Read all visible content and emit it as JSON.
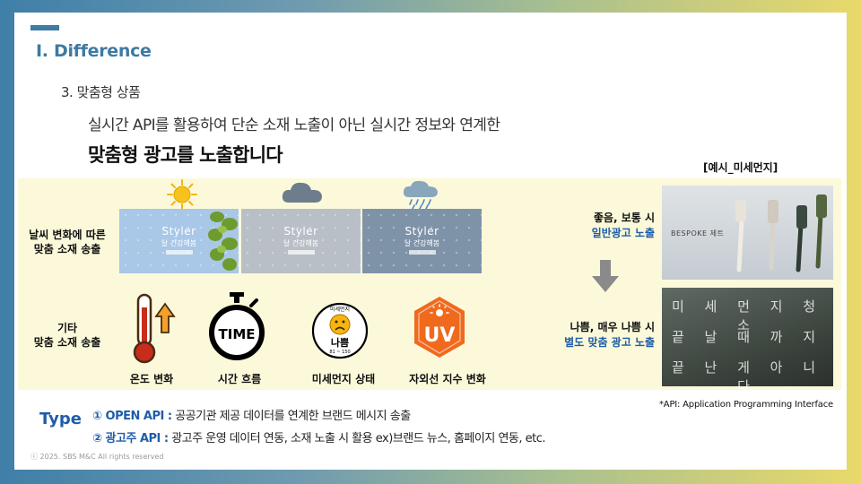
{
  "header": {
    "section": "I. Difference",
    "subsection": "3. 맞춤형 상품",
    "description": "실시간 API를 활용하여 단순 소재 노출이 아닌 실시간 정보와 연계한",
    "headline": "맞춤형 광고를 노출합니다"
  },
  "example_label": "[예시_미세먼지]",
  "weather_row": {
    "label_lines": [
      "날씨 변화에 따른",
      "맞춤 소재 송출"
    ],
    "screens": [
      {
        "brand": "Styler",
        "tag": "날 건강해봄"
      },
      {
        "brand": "Styler",
        "tag": "날 건강해봄"
      },
      {
        "brand": "Styler",
        "tag": "날 건강해봄"
      }
    ]
  },
  "other_row": {
    "label_lines": [
      "기타",
      "맞춤 소재 송출"
    ],
    "icons": [
      {
        "icon": "thermometer-icon",
        "caption": "온도 변화"
      },
      {
        "icon": "timer-icon",
        "caption": "시간 흐름",
        "text": "TIME"
      },
      {
        "icon": "dust-face-icon",
        "caption": "미세먼지 상태",
        "top": "미세먼지",
        "status": "나쁨",
        "range": "81 ~ 150"
      },
      {
        "icon": "uv-icon",
        "caption": "자외선 지수 변화",
        "text": "UV"
      }
    ]
  },
  "cases": [
    {
      "dark": "좋음, 보통 시",
      "blue": "일반광고 노출"
    },
    {
      "dark": "나쁨, 매우 나쁨 시",
      "blue": "별도 맞춤 광고 노출"
    }
  ],
  "ads": {
    "general_brand": "BESPOKE 제트",
    "special_lines": [
      "미 세 먼 지 청 소",
      "끝 날 때 까 지",
      "끝 난 게 아 니 다"
    ]
  },
  "api_note": "*API: Application Programming Interface",
  "type": {
    "label": "Type",
    "lines": [
      {
        "key": "① OPEN API :",
        "text": " 공공기관 제공 데이터를 연계한 브랜드 메시지 송출"
      },
      {
        "key": "② 광고주 API :",
        "text": " 광고주 운영 데이터 연동, 소재 노출 시 활용   ex)브랜드 뉴스, 홈페이지 연동, etc."
      }
    ]
  },
  "copyright": "ⓒ 2025. SBS M&C All rights reserved",
  "colors": {
    "accent": "#3e7aa3",
    "highlight_blue": "#1f5da8",
    "panel": "#fcf9da"
  }
}
